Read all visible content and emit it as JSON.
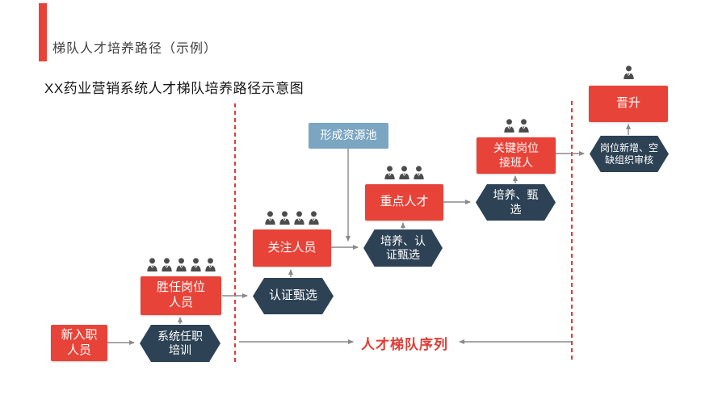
{
  "slide": {
    "title": "梯队人才培养路径（示例）",
    "subtitle": "XX药业营销系统人才梯队培养路径示意图",
    "sequence_label": "人才梯队序列"
  },
  "palette": {
    "red": "#e84338",
    "dark": "#2d4254",
    "steel_blue": "#7ba6c2",
    "dash_red": "#e23b35",
    "arrow_gray": "#8a8a8a",
    "person_gray": "#4c4c4c"
  },
  "nodes": {
    "new_hire": {
      "label": "新入职\n人员"
    },
    "system_training": {
      "label": "系统任职\n培训"
    },
    "competent_staff": {
      "label": "胜任岗位\n人员",
      "people_count": 5
    },
    "cert_selection": {
      "label": "认证甄选"
    },
    "watch_list": {
      "label": "关注人员",
      "people_count": 4
    },
    "train_cert_selection": {
      "label": "培养、认\n证甄选"
    },
    "key_talent": {
      "label": "重点人才",
      "people_count": 3
    },
    "train_selection": {
      "label": "培养、甄\n选"
    },
    "successor": {
      "label": "关键岗位\n接班人",
      "people_count": 2
    },
    "position_audit": {
      "label": "岗位新增、空\n缺组织审核"
    },
    "promotion": {
      "label": "晋升",
      "people_count": 1
    },
    "resource_pool": {
      "label": "形成资源池"
    }
  }
}
